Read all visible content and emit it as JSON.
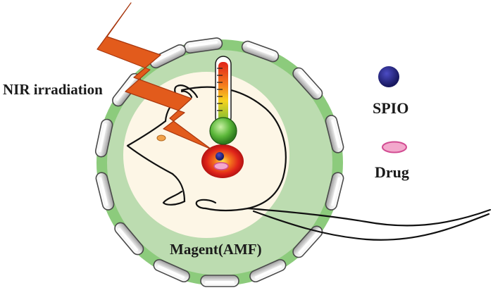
{
  "labels": {
    "nir": "NIR irradiation",
    "magnet": "Magent(AMF)",
    "spio": "SPIO",
    "drug": "Drug"
  },
  "colors": {
    "outer_ring": "#8ccb7c",
    "inner_disc": "#bcdcb0",
    "core": "#fdf6e6",
    "magnet_segment": "#f3f3f3",
    "lightning": "#e25b1c",
    "spio": "#2b2a85",
    "drug": "#e98cb8",
    "tumor": "#e0241a"
  },
  "icons": {
    "lightning": "lightning-bolt-icon",
    "thermometer": "thermometer-icon",
    "mouse": "mouse-icon",
    "spio": "spio-nanoparticle-icon",
    "drug": "drug-capsule-icon"
  }
}
